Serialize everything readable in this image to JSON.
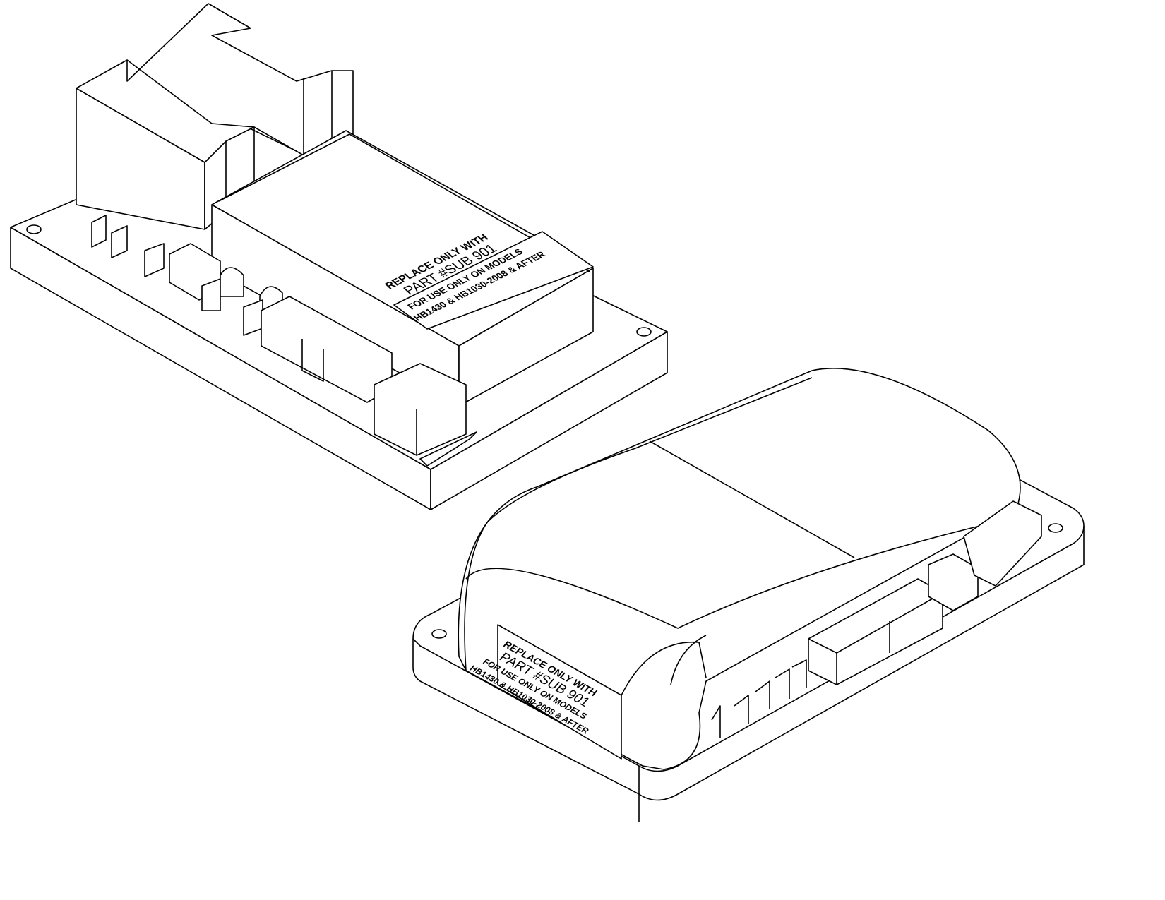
{
  "label_left": {
    "line1": "REPLACE ONLY WITH",
    "line2": "PART #SUB 901",
    "line3": "FOR USE ONLY ON MODELS",
    "line4": "HB1430 & HB1030-2008 & AFTER"
  },
  "label_right": {
    "line1": "REPLACE ONLY WITH",
    "line2": "PART #SUB 901",
    "line3": "FOR USE ONLY ON MODELS",
    "line4": "HB1430 & HB1030-2008 & AFTER"
  }
}
